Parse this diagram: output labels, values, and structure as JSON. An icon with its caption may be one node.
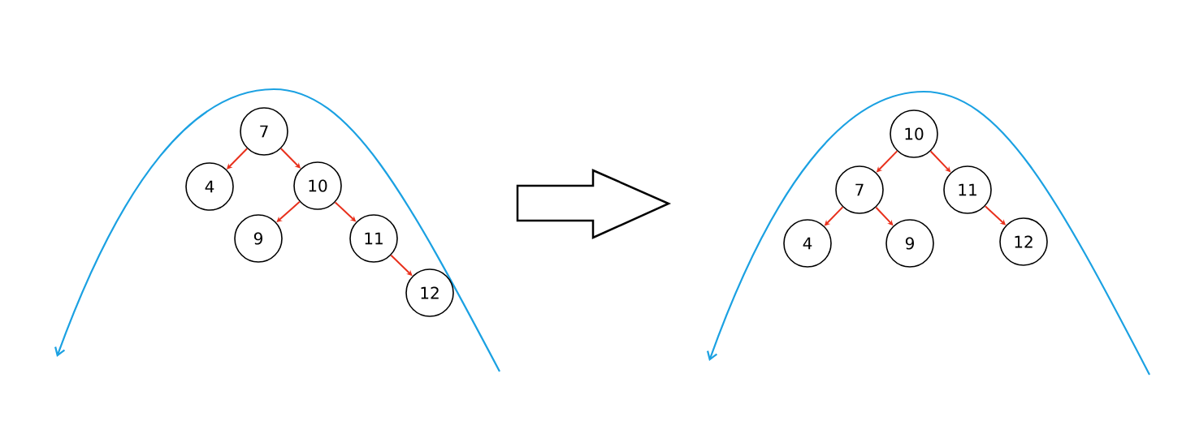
{
  "diagram": {
    "nodes": [
      {
        "text": [
          "7"
        ]
      },
      {
        "text": [
          "4"
        ]
      },
      {
        "text": [
          "10"
        ]
      },
      {
        "text": [
          "9"
        ]
      },
      {
        "text": [
          "11"
        ]
      },
      {
        "text": [
          "12"
        ]
      },
      {
        "text": [
          "10"
        ]
      },
      {
        "text": [
          "7"
        ]
      },
      {
        "text": [
          "11"
        ]
      },
      {
        "text": [
          "4"
        ]
      },
      {
        "text": [
          "9"
        ]
      },
      {
        "text": [
          "12"
        ]
      }
    ],
    "edges": [
      {
        "from": 0,
        "to": 1,
        "arrow": "to"
      },
      {
        "from": 0,
        "to": 2,
        "arrow": "to"
      },
      {
        "from": 2,
        "to": 3,
        "arrow": "to"
      },
      {
        "from": 2,
        "to": 4,
        "arrow": "to"
      },
      {
        "from": 4,
        "to": 5,
        "arrow": "to"
      },
      {
        "from": 6,
        "to": 7,
        "arrow": "to"
      },
      {
        "from": 6,
        "to": 8,
        "arrow": "to"
      },
      {
        "from": 7,
        "to": 9,
        "arrow": "to"
      },
      {
        "from": 7,
        "to": 10,
        "arrow": "to"
      },
      {
        "from": 8,
        "to": 11,
        "arrow": "to"
      }
    ]
  }
}
